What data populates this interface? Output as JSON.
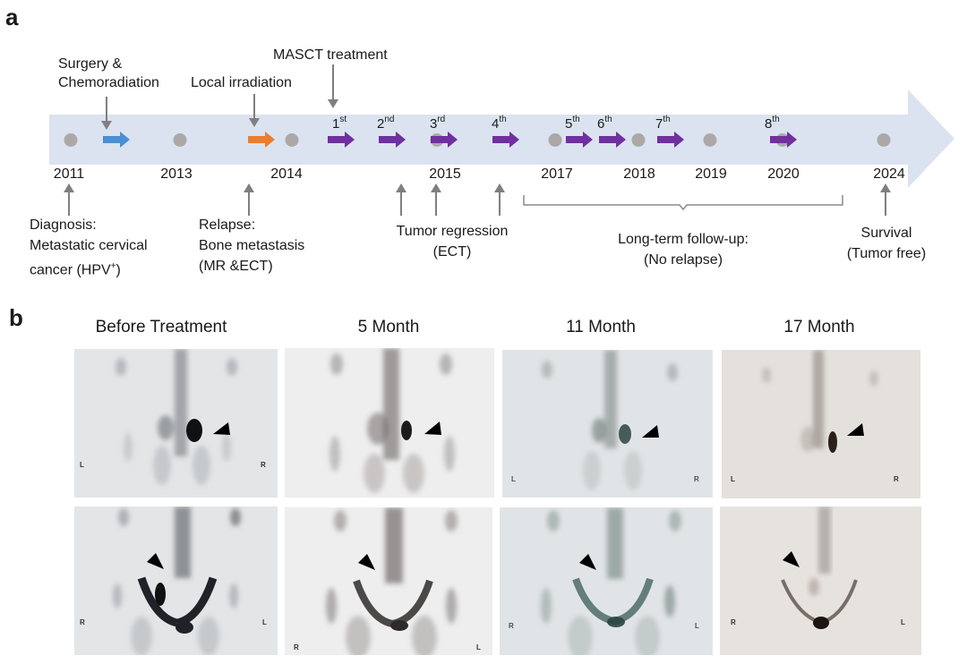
{
  "panel_a": {
    "letter": "a",
    "colors": {
      "timeline_bar": "#dbe3f0",
      "dot": "#ada8a8",
      "surgery_arrow": "#4a8fd4",
      "irradiation_arrow": "#ec7d2e",
      "mascct_arrow": "#7030a0",
      "pointer_arrow": "#7f7f7f"
    },
    "top_labels": {
      "surgery_line1": "Surgery &",
      "surgery_line2": "Chemoradiation",
      "local_irradiation": "Local  irradiation",
      "mascct": "MASCT treatment"
    },
    "years": [
      "2011",
      "2013",
      "2014",
      "2015",
      "2017",
      "2018",
      "2019",
      "2020",
      "2024"
    ],
    "cycles": [
      {
        "num": "1",
        "sup": "st"
      },
      {
        "num": "2",
        "sup": "nd"
      },
      {
        "num": "3",
        "sup": "rd"
      },
      {
        "num": "4",
        "sup": "th"
      },
      {
        "num": "5",
        "sup": "th"
      },
      {
        "num": "6",
        "sup": "th"
      },
      {
        "num": "7",
        "sup": "th"
      },
      {
        "num": "8",
        "sup": "th"
      }
    ],
    "bottom_labels": {
      "diagnosis_line1": "Diagnosis:",
      "diagnosis_line2": "Metastatic cervical",
      "diagnosis_line3_pre": "cancer (HPV",
      "diagnosis_line3_sup": "+",
      "diagnosis_line3_post": ")",
      "relapse_line1": "Relapse:",
      "relapse_line2": "Bone metastasis",
      "relapse_line3": "(MR &ECT)",
      "regression_line1": "Tumor regression",
      "regression_line2": "(ECT)",
      "followup_line1": "Long-term follow-up:",
      "followup_line2": "(No relapse)",
      "survival_line1": "Survival",
      "survival_line2": "(Tumor free)"
    }
  },
  "panel_b": {
    "letter": "b",
    "timepoints": [
      "Before Treatment",
      "5 Month",
      "11 Month",
      "17 Month"
    ],
    "top_row_markers": [
      [
        "L",
        "R"
      ],
      [
        "",
        ""
      ],
      [
        "L",
        "R"
      ],
      [
        "L",
        "R"
      ]
    ],
    "bottom_row_markers": [
      [
        "R",
        "L"
      ],
      [
        "R",
        "L"
      ],
      [
        "R",
        "L"
      ],
      [
        "R",
        "L"
      ]
    ]
  }
}
